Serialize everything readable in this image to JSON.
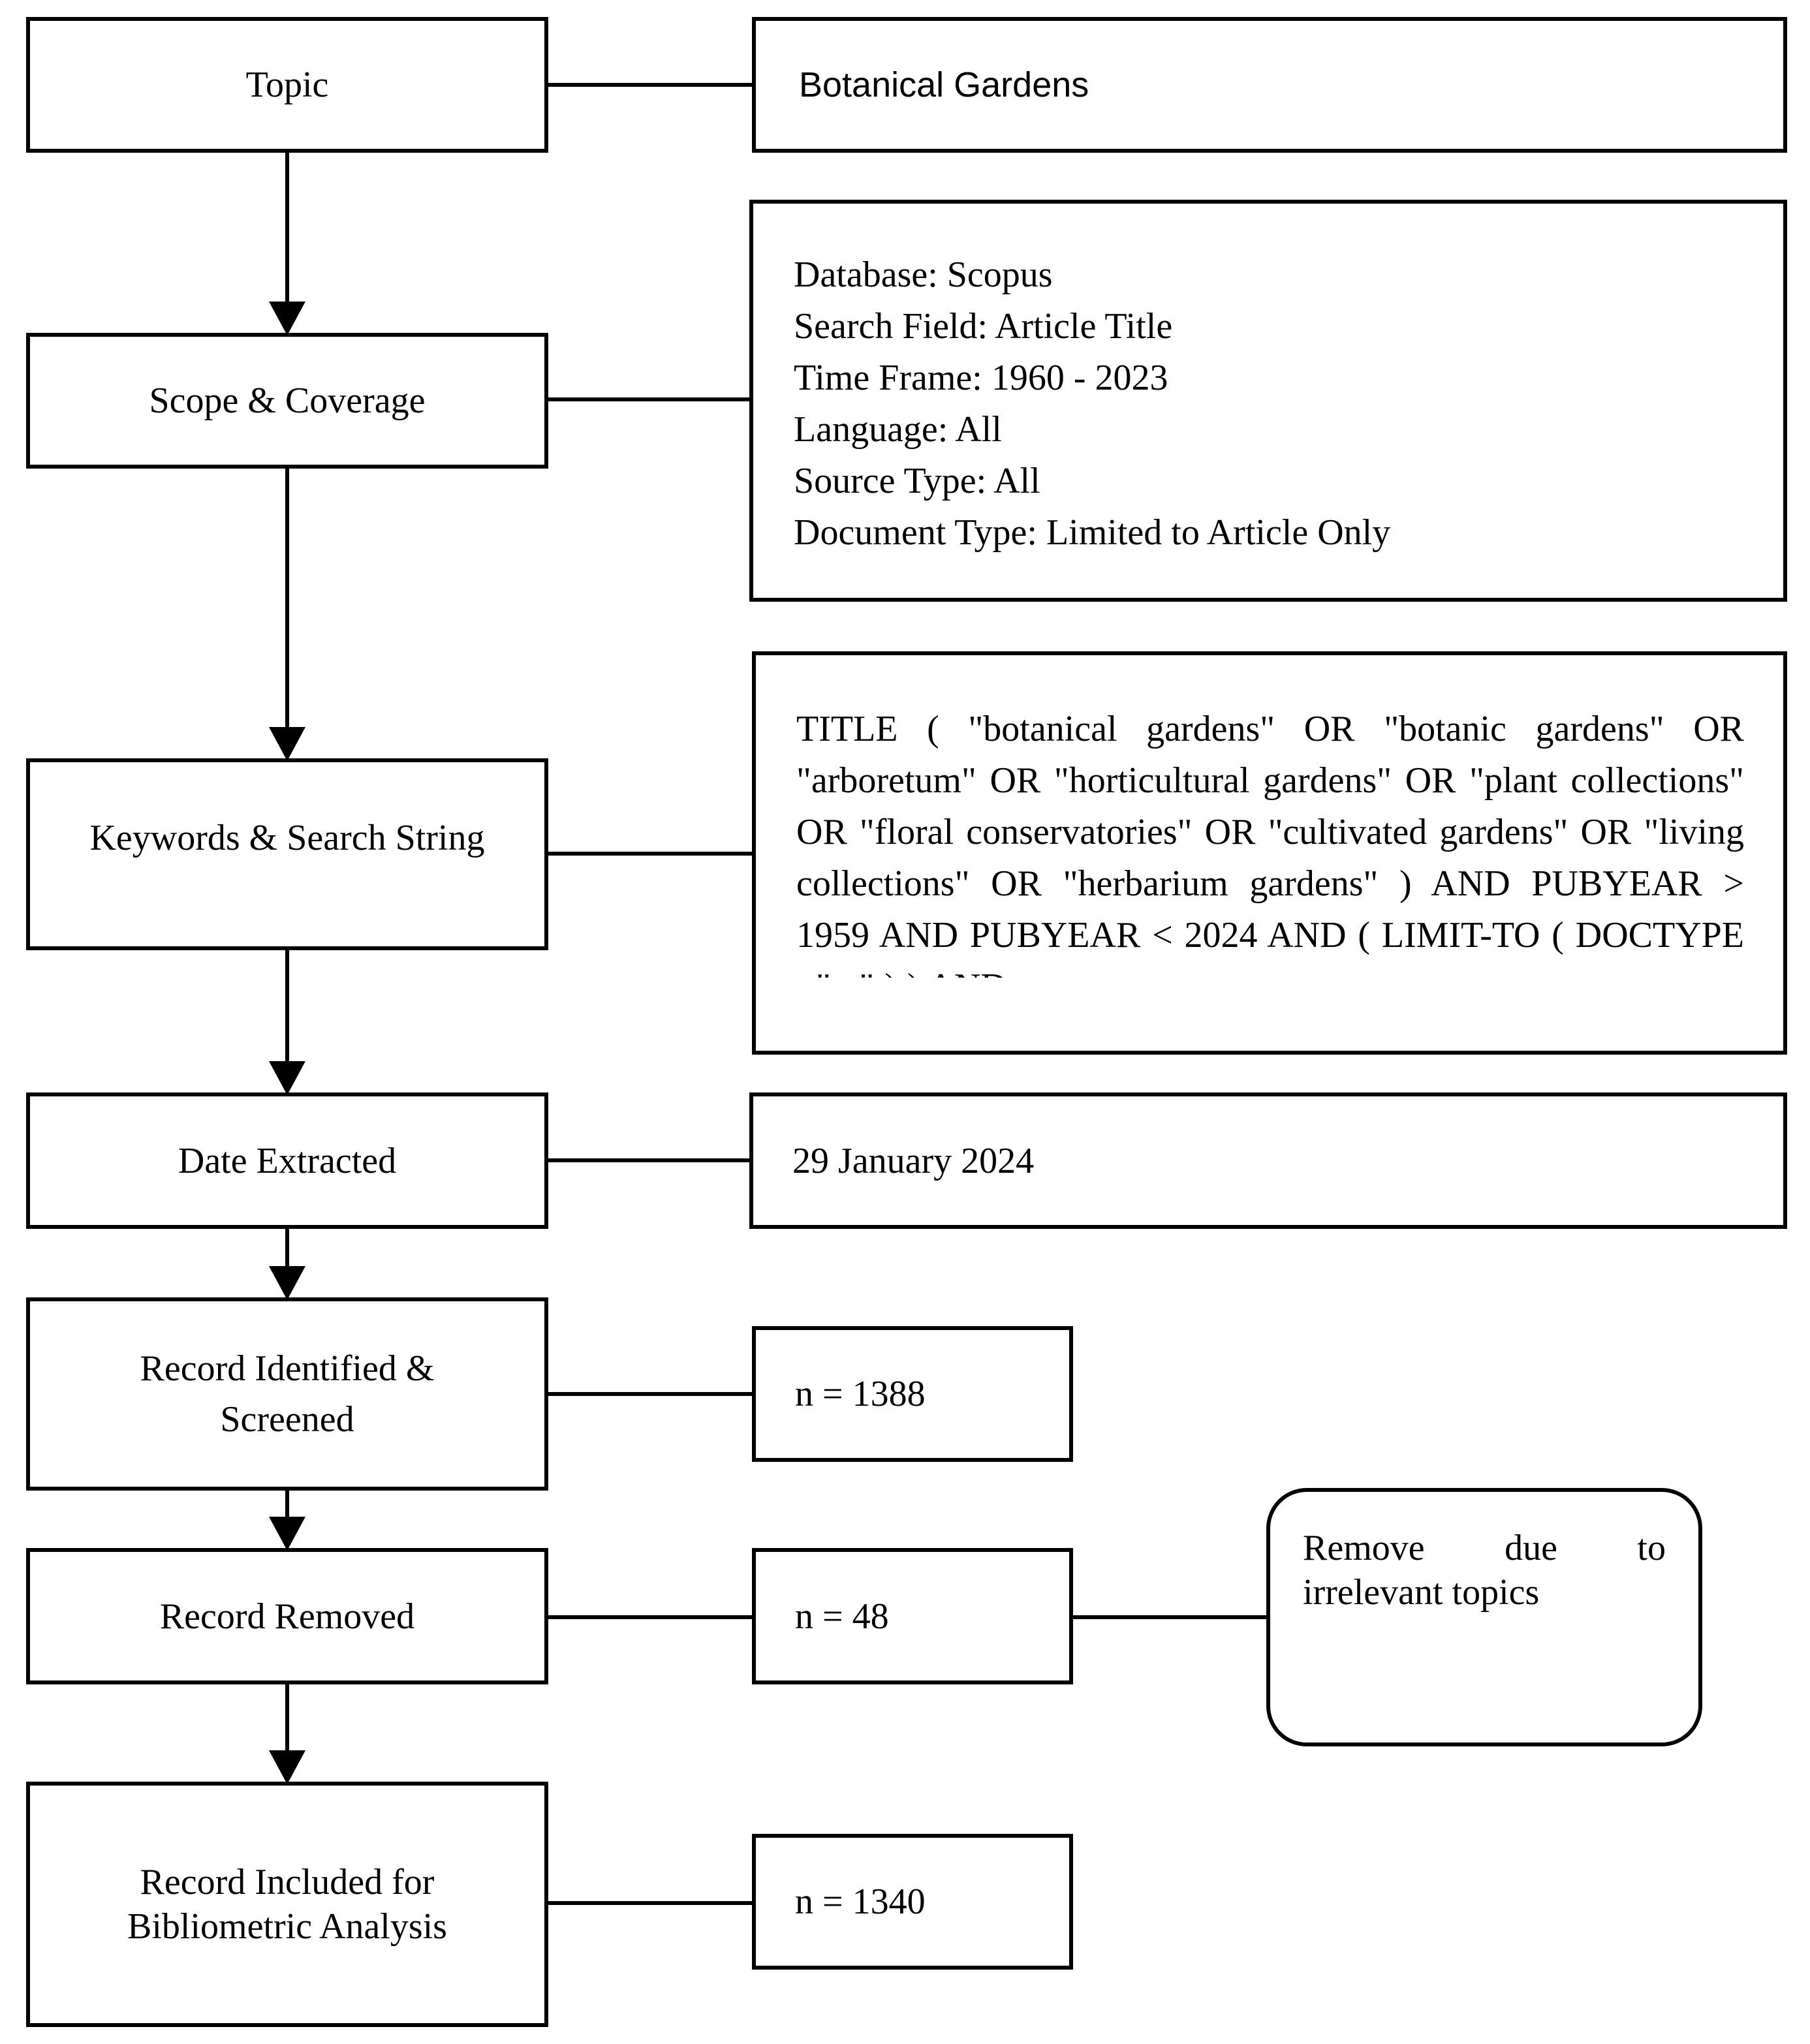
{
  "left_steps": {
    "topic": "Topic",
    "scope": "Scope & Coverage",
    "keywords": "Keywords & Search String",
    "date": "Date Extracted",
    "identified_line1": "Record Identified &",
    "identified_line2": "Screened",
    "removed": "Record Removed",
    "included_line1": "Record Included for",
    "included_line2": "Bibliometric Analysis"
  },
  "right_details": {
    "topic": "Botanical Gardens",
    "scope_lines": [
      "Database: Scopus",
      "Search Field: Article Title",
      "Time Frame: 1960 - 2023",
      "Language: All",
      "Source Type: All",
      "Document Type: Limited to Article Only"
    ],
    "search_string": "TITLE ( \"botanical gardens\" OR \"botanic gardens\" OR \"arboretum\" OR \"horticultural gardens\" OR \"plant collections\" OR \"floral conservatories\" OR \"cultivated gardens\" OR \"living collections\" OR \"herbarium gardens\" ) AND PUBYEAR > 1959 AND PUBYEAR < 2024 AND ( LIMIT-TO ( DOCTYPE , \"ar\" ) ) AND",
    "date": "29 January 2024",
    "identified_count": "n = 1388",
    "removed_count": "n = 48",
    "included_count": "n = 1340",
    "removal_reason_line1": "Remove due to",
    "removal_reason_line2": "irrelevant topics"
  }
}
